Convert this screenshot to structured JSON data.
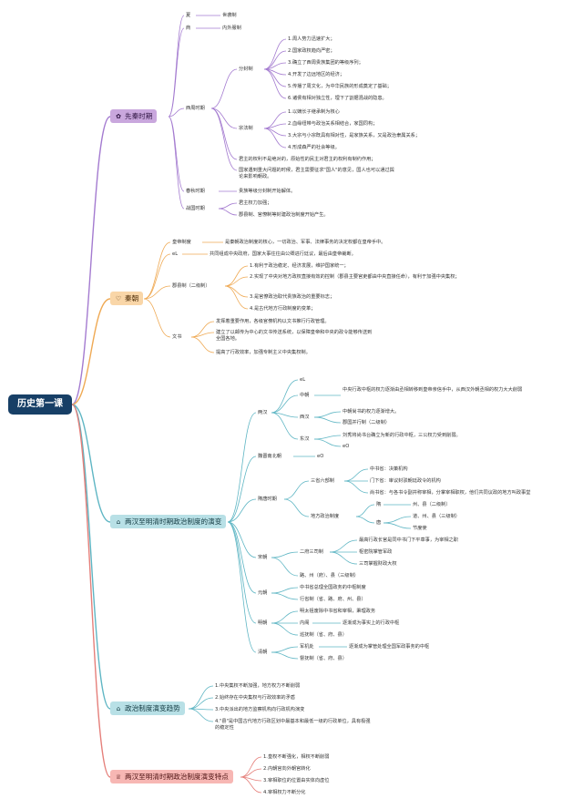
{
  "root": "历史第一课",
  "sections": {
    "s1": {
      "label": "先秦时期",
      "icon": "flower-icon"
    },
    "s2": {
      "label": "秦朝",
      "icon": "heart-icon"
    },
    "s3": {
      "label": "两汉至明清时期政治制度的演变",
      "icon": "house-icon"
    },
    "s4": {
      "label": "政治制度演变趋势",
      "icon": "house-icon"
    },
    "s5": {
      "label": "两汉至明清时期政治制度演变特点",
      "icon": "trophy-icon"
    }
  },
  "nodes": {
    "xia": "夏",
    "xia_v": "世袭制",
    "shang": "商",
    "shang_v": "内外服制",
    "xizhou": "西周时期",
    "fenfeng": "分封制",
    "ff1": "1.周人势力迅速扩大；",
    "ff2": "2.国家政权趋向严密；",
    "ff3": "3.确立了西周贵族集团的等级序列；",
    "ff4": "4.开发了边远地区的经济；",
    "ff5": "5.传播了周文化，为中华民族的形成奠定了基础；",
    "ff6": "6.诸侯有相对独立性，埋下了割据混战的隐患。",
    "zongfa": "宗法制",
    "zf1": "1.以嫡长子继承制为核心",
    "zf2": "2.血缘纽带与政治关系相结合，家国同构；",
    "zf3": "3.大宗与小宗既具有相对性，是家族关系，又是政治隶属关系；",
    "zf4": "4.形成森严的社会等级。",
    "xz_a": "君主的权利不是绝对的，原始性的民主对君主的权利有制约作用；",
    "xz_b": "国家遇到重大问题的时候，君主需要征求\"国人\"的意见，国人也可以通过舆论来影响朝政。",
    "chunqiu": "春秋时期",
    "cq_v": "贵族等级分封制开始解体。",
    "zhanguo": "战国时期",
    "zg1": "君主权力加强；",
    "zg2": "郡县制、官僚制等封建政治制度开始产生。",
    "huangdi": "皇帝制度",
    "hd_v": "是秦朝政治制度的核心，一切政治、军事、法律事务的决定权都在皇帝手中。",
    "q_el": "eL",
    "q_gov": "共同组成中央政府，国家大事往往由公卿进行廷议，最后由皇帝裁断。",
    "junxian": "郡县制（二级制）",
    "jx1": "1.有利于政治稳定、经济发展，维护国家统一；",
    "jx2": "2.实现了中央对地方政权直接有效的控制（郡县主要官吏都由中央直接任命），有利于加强中央集权；",
    "jx3": "3.是官僚政治取代贵族政治的重要标志；",
    "jx4": "4.是古代地方行政制度的变革；",
    "wenshu": "文书",
    "ws1": "发挥着重要作用，各级官僚机构以文书推行行政管理。",
    "ws2": "建立了以邮传为中心的文书传送系统，以保障皇帝和中央的政令能够传送到全国各地。",
    "ws3": "提高了行政效率，加强专制主义中央集权制。",
    "lianghan": "两汉",
    "lh_el": "eL",
    "zhongchao": "中朝",
    "zc_v": "中央行政中枢的权力逐渐由丞相转移到皇帝亲信手中，从西汉外朝丞相的权力大大削弱",
    "xihan": "西汉",
    "xh1": "中朝尚书的权力逐渐增大。",
    "xh2": "郡国并行制（二级制）",
    "donghan": "东汉",
    "dh1": "刘秀将尚书台确立为新的行政中枢，三公权力受到削弱。",
    "dh2": "eO",
    "weijin": "魏晋南北朝",
    "wj_v": "eO",
    "suitang": "隋唐时期",
    "sanshen": "三省六部制",
    "zs": "中书省：决策机构",
    "mx": "门下省：审议封驳朝廷政令的机构",
    "ss": "尚书省：与各书令副并称宰相，分掌宰相职权，他们共同议政的地方叫政事堂",
    "difang": "地方政治制度",
    "sui": "隋",
    "sui_v": "州、县（二级制）",
    "tang": "唐",
    "tang1": "道、州、县（三级制）",
    "tang2": "节度使",
    "song": "宋朝",
    "ersi": "二府三司制",
    "es1": "最高行政长官是同中书门下平章事，为宰相之职",
    "es2": "枢密院掌管军政",
    "es3": "三司掌握财政大权",
    "song_df": "路、州（府）、县（三级制）",
    "yuan": "元朝",
    "yuan1": "中书省总理全国政务的中枢制度",
    "yuan2": "行省制（省、路、府、州、县）",
    "ming": "明朝",
    "ming1": "明太祖废除中书省和宰相，秉理政务",
    "neige": "内阁",
    "ng_v": "逐渐成为事实上的行政中枢",
    "ming_xf": "巡抚制（省、府、县）",
    "qing": "清朝",
    "junji": "军机处",
    "jj_v": "逐渐成为掌管处理全国军政事务的中枢",
    "qing_df": "督抚制（省、府、县）",
    "qs1": "1.中央集权不断加强，地方权力不断削弱",
    "qs2": "2.始终存在中央集权与行政效率的矛盾",
    "qs3": "3.中央派出的地方监察机构向行政机构演变",
    "qs4": "4.\"县\"是中国古代地方行政区划中最基本和最低一级的行政单位，具有极强的稳定性",
    "td1": "1.皇权不断强化，相权不断削弱",
    "td2": "2.内朝官向外朝官转化",
    "td3": "3.宰相职位的位置由实体向虚位",
    "td4": "4.宰相权力不断分化"
  },
  "colors": {
    "root": "#173f66",
    "s1": "#c9a7dd",
    "s2": "#f9d6a8",
    "s3": "#b8e0e6",
    "s4": "#b8e0e6",
    "s5": "#f7b7b4",
    "line1": "#a47bd0",
    "line2": "#efaa55",
    "line3": "#5fb6c4",
    "line4": "#5fb6c4",
    "line5": "#e57f7a"
  }
}
